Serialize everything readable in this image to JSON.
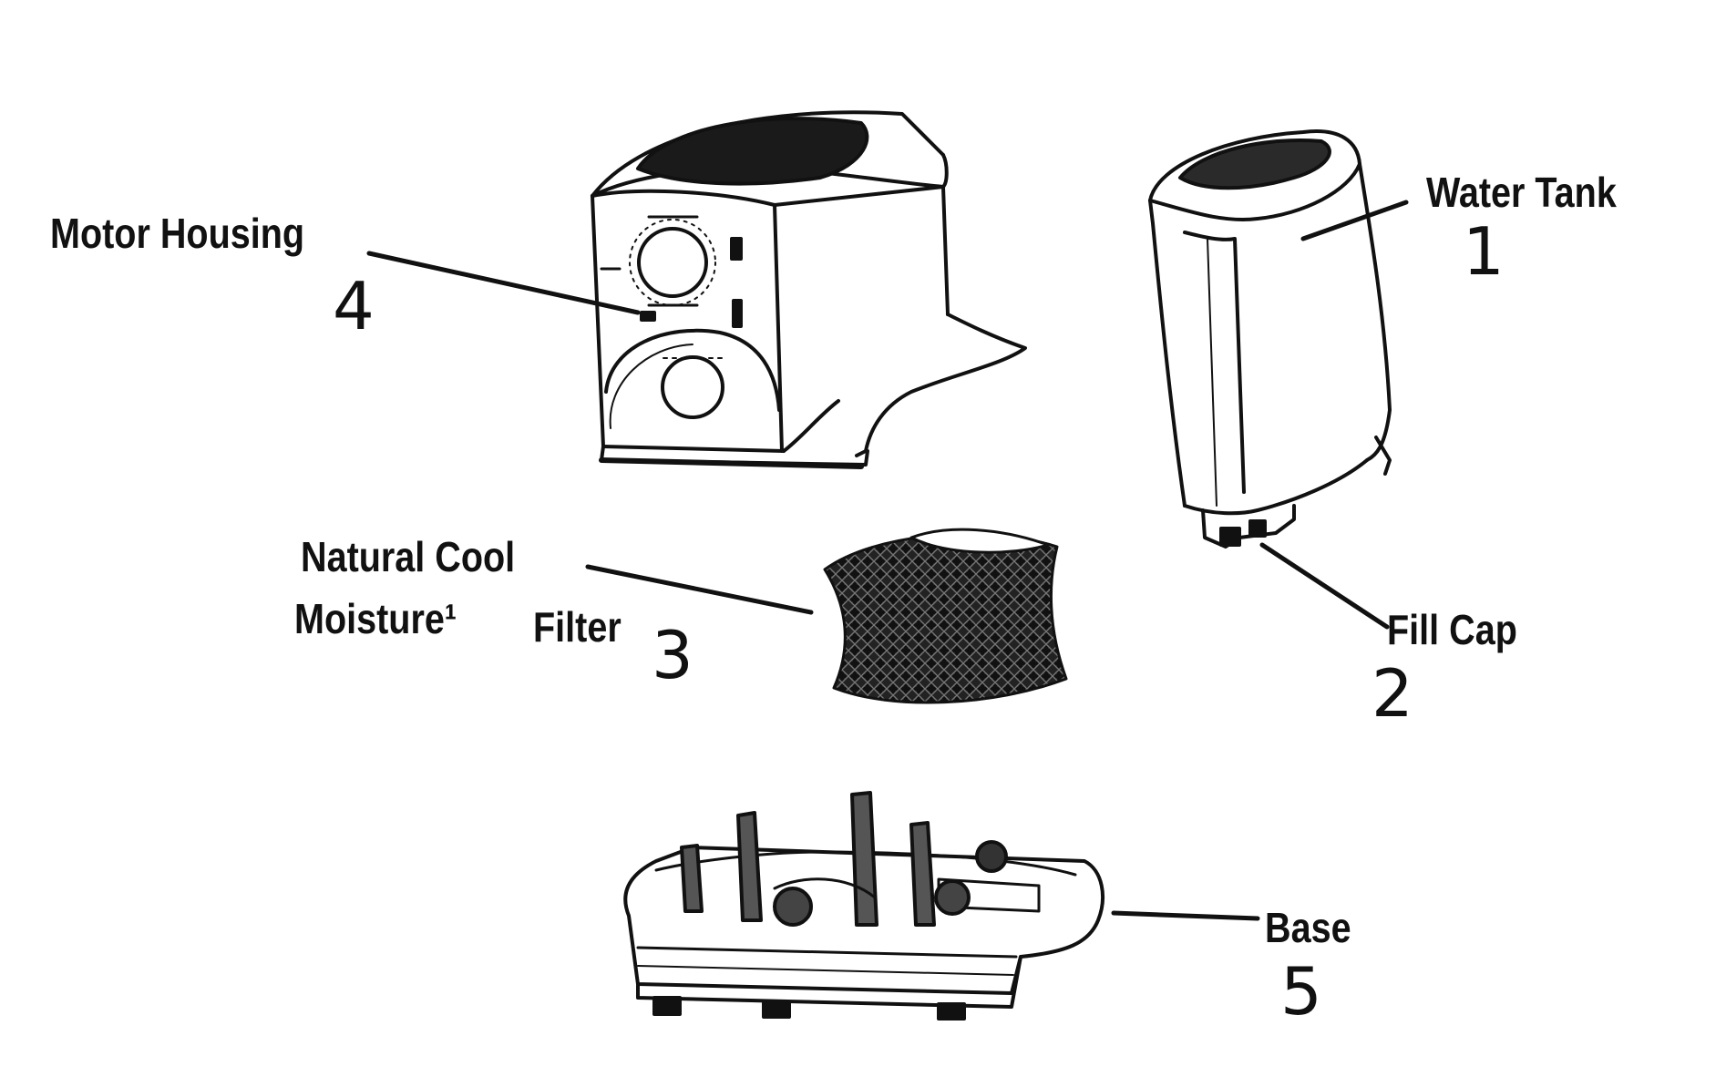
{
  "parts": [
    {
      "id": "motor-housing",
      "label": "Motor Housing",
      "number": "4"
    },
    {
      "id": "water-tank",
      "label": "Water Tank",
      "number": "1"
    },
    {
      "id": "fill-cap",
      "label": "Fill Cap",
      "number": "2"
    },
    {
      "id": "filter",
      "label_line1": "Natural Cool",
      "label_line2": "Moisture¹",
      "label_line3": "Filter",
      "number": "3"
    },
    {
      "id": "base",
      "label": "Base",
      "number": "5"
    }
  ],
  "colors": {
    "ink": "#111111",
    "paper": "#ffffff"
  }
}
